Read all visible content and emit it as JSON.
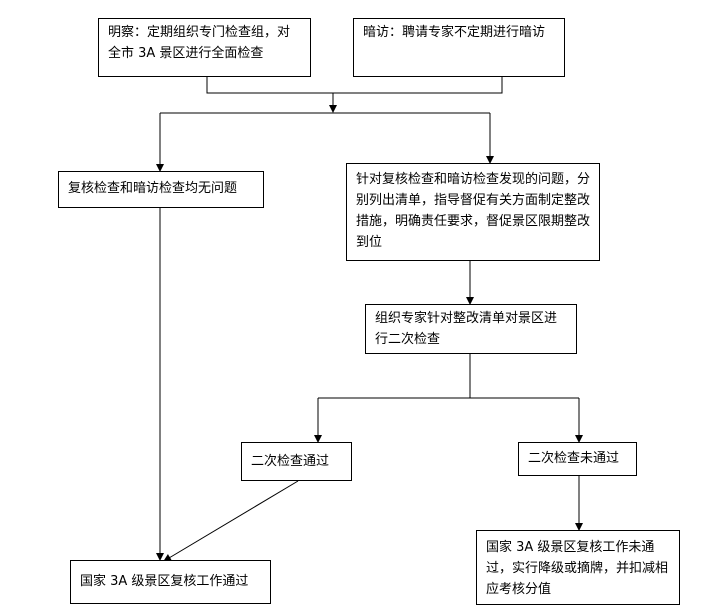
{
  "nodes": {
    "overt_inspection": "明察：定期组织专门检查组，对全市 3A 景区进行全面检查",
    "covert_visit": "暗访：聘请专家不定期进行暗访",
    "no_issues": "复核检查和暗访检查均无问题",
    "issues_found": "针对复核检查和暗访检查发现的问题，分别列出清单，指导督促有关方面制定整改措施，明确责任要求，督促景区限期整改到位",
    "second_inspection": "组织专家针对整改清单对景区进行二次检查",
    "second_passed": "二次检查通过",
    "second_failed": "二次检查未通过",
    "final_passed": "国家 3A 级景区复核工作通过",
    "final_failed": "国家 3A 级景区复核工作未通过，实行降级或摘牌，并扣减相应考核分值"
  }
}
